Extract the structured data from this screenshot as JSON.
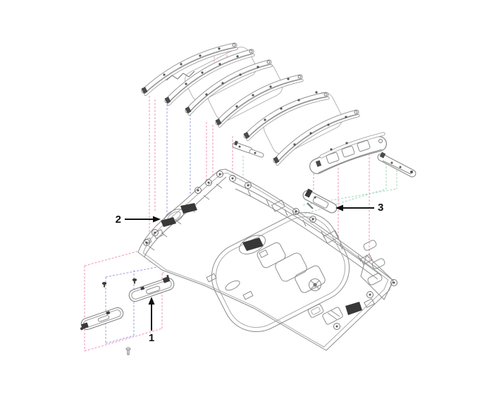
{
  "diagram": {
    "callouts": [
      {
        "number": "1"
      },
      {
        "number": "2"
      },
      {
        "number": "3"
      }
    ],
    "colors": {
      "background": "#ffffff",
      "artwork_line": "#8c8c8c",
      "artwork_dark": "#3a3a3a",
      "leader_pink": "#f193bd",
      "leader_blue": "#9aa0dc",
      "leader_green": "#a5d8ba",
      "label_text": "#111111"
    }
  }
}
